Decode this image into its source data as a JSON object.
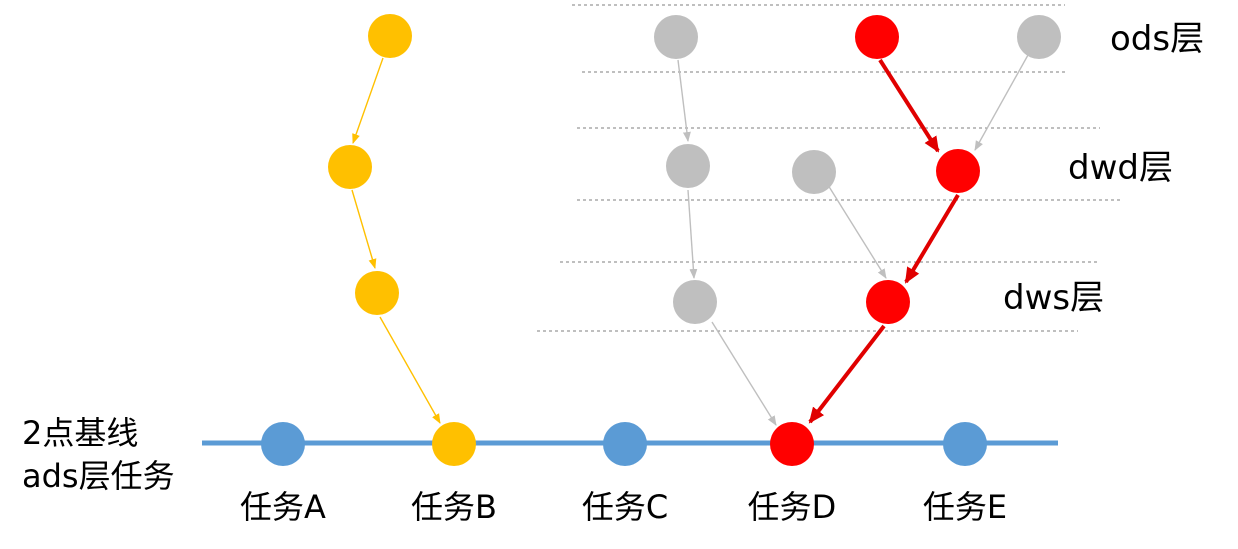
{
  "colors": {
    "yellow": "#FFC000",
    "gray": "#BFBFBF",
    "red": "#FF0000",
    "blue": "#5B9BD5",
    "gray_arrow": "#BFBFBF",
    "yellow_arrow": "#FFC000",
    "red_arrow": "#E00000",
    "dashed_line": "#7F7F7F"
  },
  "layers": {
    "ods": "ods层",
    "dwd": "dwd层",
    "dws": "dws层"
  },
  "baseline": {
    "line1": "2点基线",
    "line2": "ads层任务"
  },
  "tasks": [
    "任务A",
    "任务B",
    "任务C",
    "任务D",
    "任务E"
  ]
}
